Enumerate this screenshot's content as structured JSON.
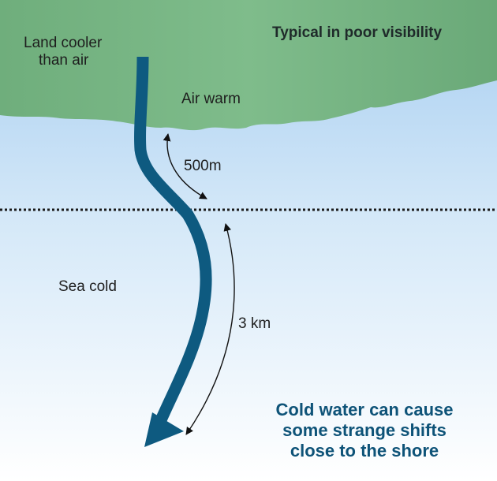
{
  "title": "Typical in poor visibility",
  "labels": {
    "land_line1": "Land cooler",
    "land_line2": "than air",
    "air": "Air warm",
    "sea": "Sea cold",
    "distance_near": "500m",
    "distance_far": "3 km"
  },
  "caption": {
    "line1": "Cold water can cause",
    "line2": "some strange shifts",
    "line3": "close to the shore"
  },
  "colors": {
    "land": "#79b685",
    "air_top": "#a6cdf0",
    "sea_bottom": "#ffffff",
    "arrow": "#0e5a80",
    "caption": "#0e5378"
  },
  "icons": {
    "refraction_path": "curved-path-arrow-icon",
    "distance_markers": "double-headed-arrow-icon"
  }
}
